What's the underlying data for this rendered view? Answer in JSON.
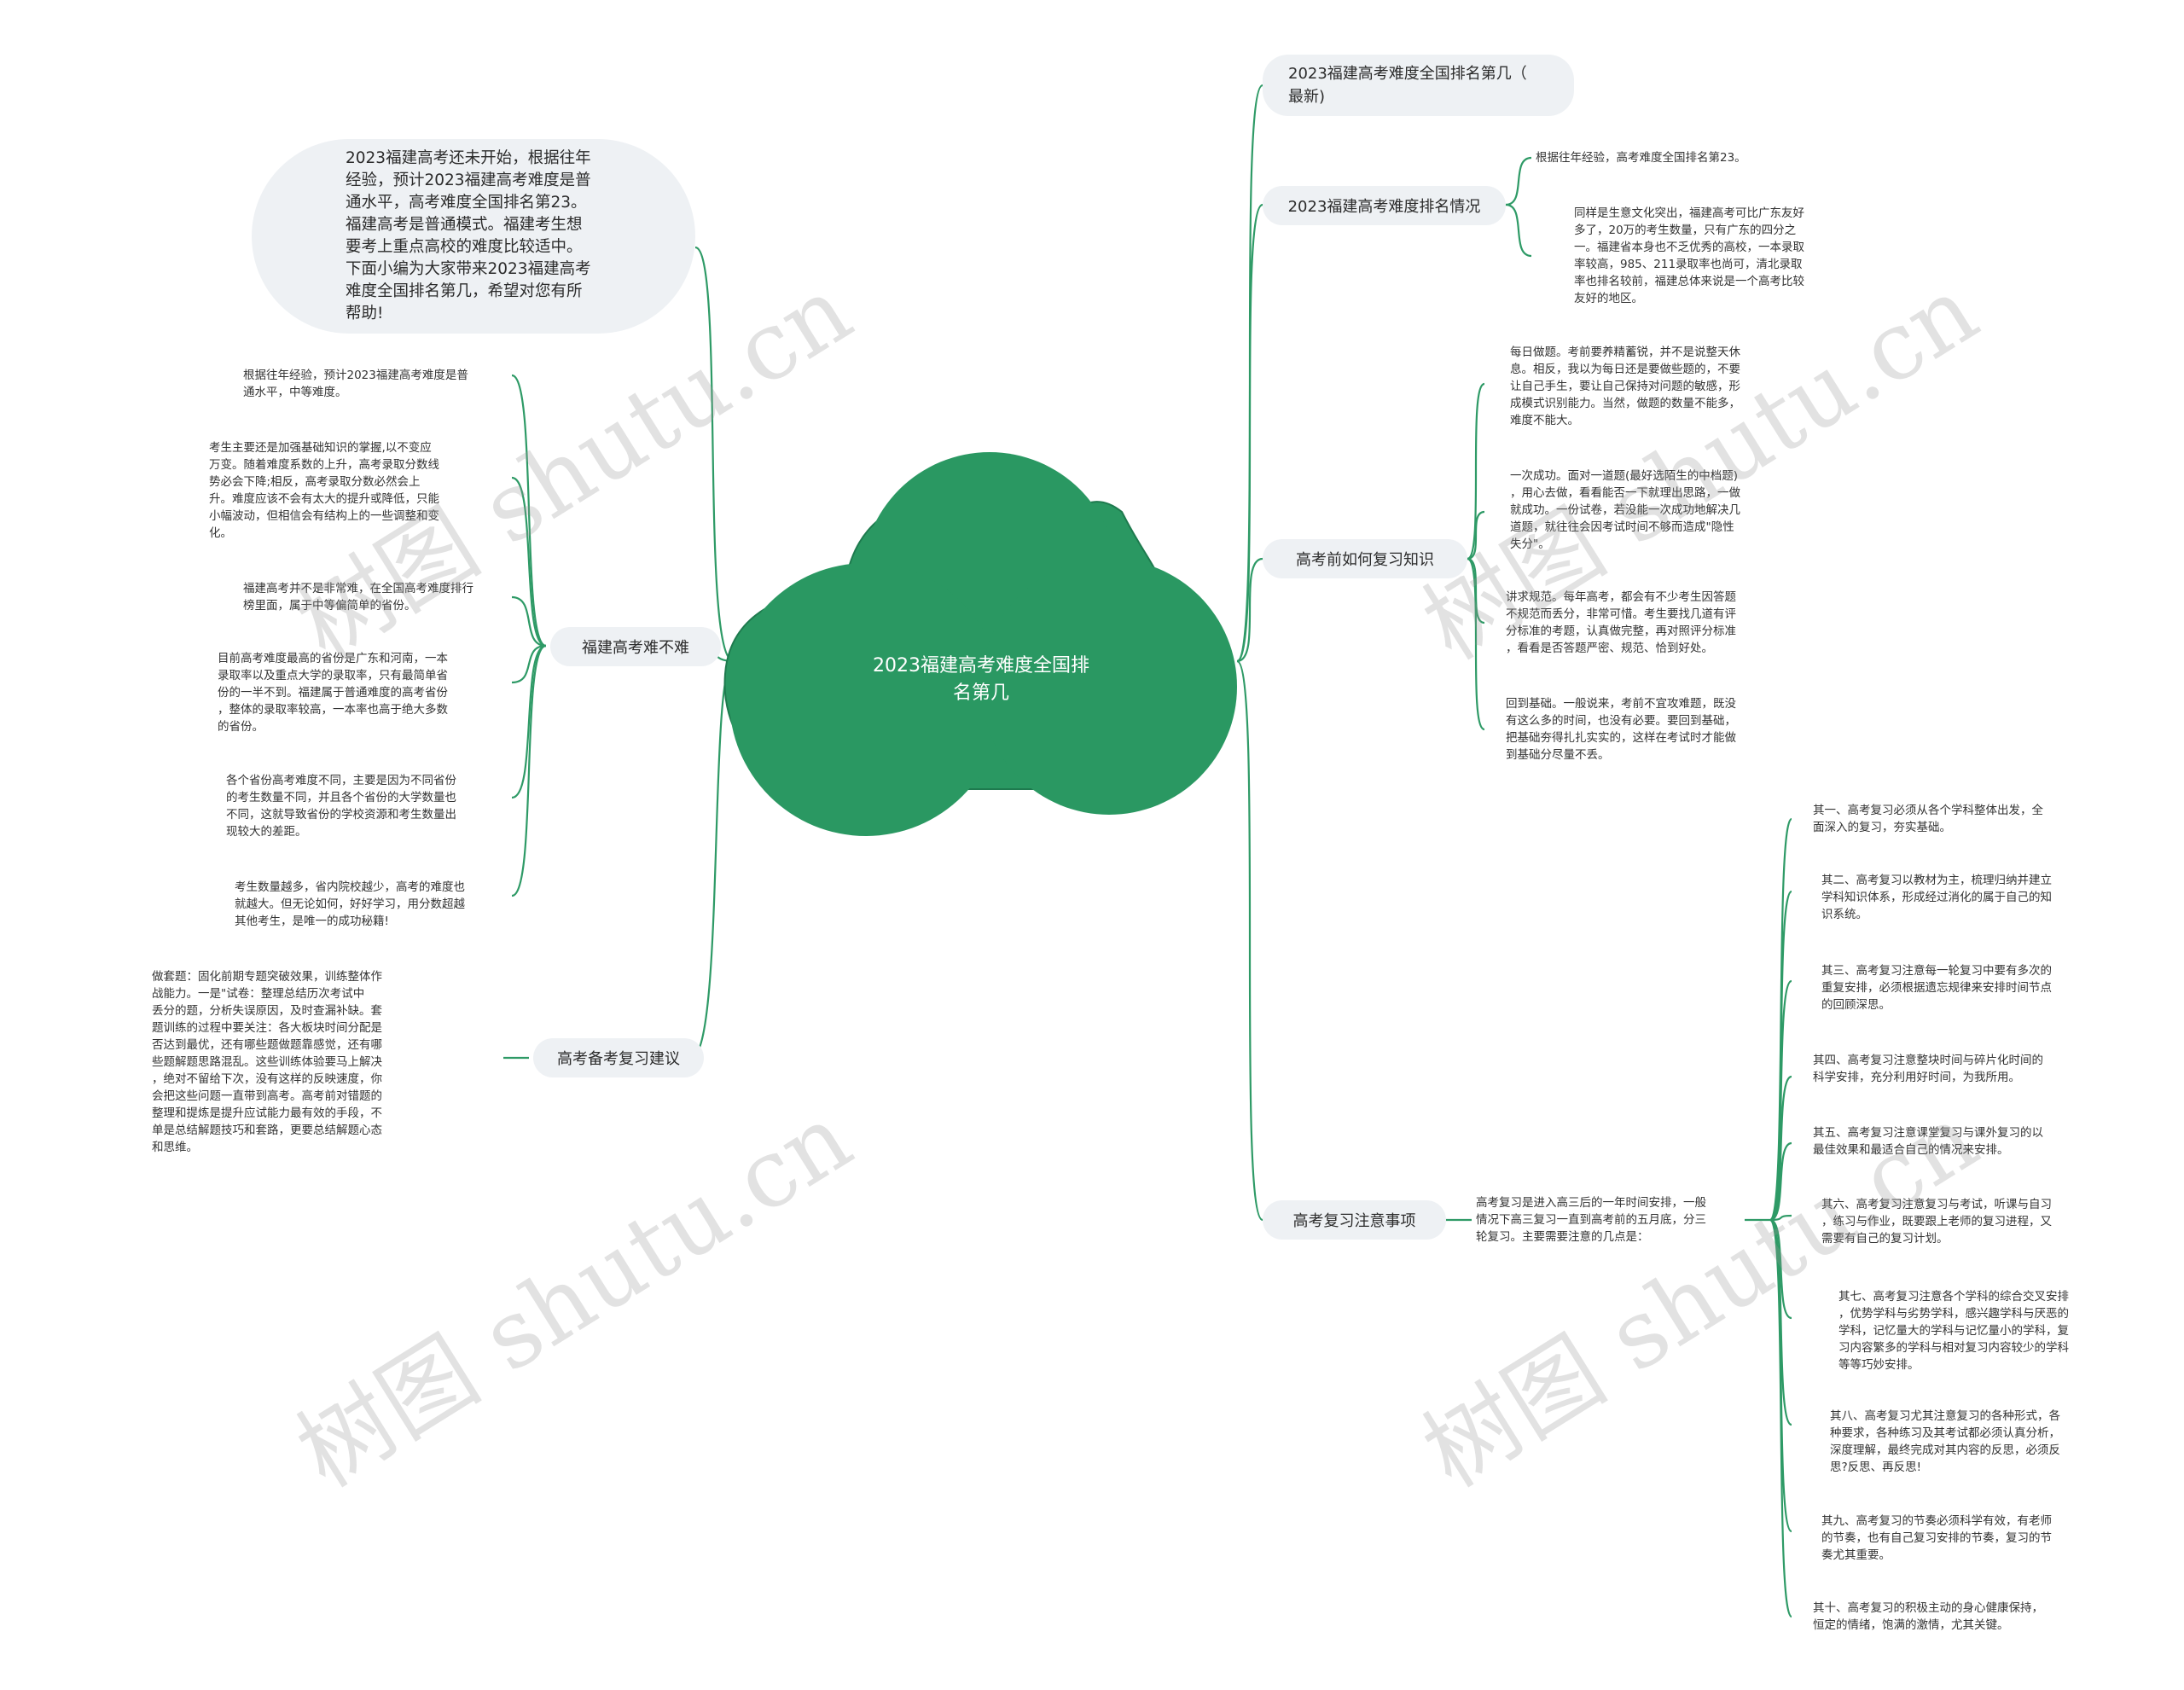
{
  "colors": {
    "branch": "#2e9a66",
    "cloud": "#2a9862",
    "node_bg": "#eef1f4",
    "leaf_text": "#333333"
  },
  "center": {
    "title": "2023福建高考难度全国排\n名第几"
  },
  "intro": {
    "text": "2023福建高考还未开始，根据往年\n经验，预计2023福建高考难度是普\n通水平，高考难度全国排名第23。\n福建高考是普通模式。福建考生想\n要考上重点高校的难度比较适中。\n下面小编为大家带来2023福建高考\n难度全国排名第几，希望对您有所\n帮助!"
  },
  "left": {
    "branch1": {
      "label": "福建高考难不难",
      "leaves": [
        "根据往年经验，预计2023福建高考难度是普\n通水平，中等难度。",
        "考生主要还是加强基础知识的掌握,以不变应\n万变。随着难度系数的上升，高考录取分数线\n势必会下降;相反，高考录取分数必然会上\n升。难度应该不会有太大的提升或降低，只能\n小幅波动，但相信会有结构上的一些调整和变\n化。",
        "福建高考并不是非常难，在全国高考难度排行\n榜里面，属于中等偏简单的省份。",
        "目前高考难度最高的省份是广东和河南，一本\n录取率以及重点大学的录取率，只有最简单省\n份的一半不到。福建属于普通难度的高考省份\n，整体的录取率较高，一本率也高于绝大多数\n的省份。",
        "各个省份高考难度不同，主要是因为不同省份\n的考生数量不同，并且各个省份的大学数量也\n不同，这就导致省份的学校资源和考生数量出\n现较大的差距。",
        "考生数量越多，省内院校越少，高考的难度也\n就越大。但无论如何，好好学习，用分数超越\n其他考生，是唯一的成功秘籍!"
      ]
    },
    "branch2": {
      "label": "高考备考复习建议",
      "leaves": [
        "做套题：固化前期专题突破效果，训练整体作\n战能力。一是\"试卷：整理总结历次考试中\n丢分的题，分析失误原因，及时查漏补缺。套\n题训练的过程中要关注：各大板块时间分配是\n否达到最优，还有哪些题做题靠感觉，还有哪\n些题解题思路混乱。这些训练体验要马上解决\n，绝对不留给下次，没有这样的反映速度，你\n会把这些问题一直带到高考。高考前对错题的\n整理和提炼是提升应试能力最有效的手段，不\n单是总结解题技巧和套路，更要总结解题心态\n和思维。"
      ]
    }
  },
  "right": {
    "branch1": {
      "label": "2023福建高考难度全国排名第几（\n最新)"
    },
    "branch2": {
      "label": "2023福建高考难度排名情况",
      "leaves": [
        "根据往年经验，高考难度全国排名第23。",
        "同样是生意文化突出，福建高考可比广东友好\n多了，20万的考生数量，只有广东的四分之\n一。福建省本身也不乏优秀的高校，一本录取\n率较高，985、211录取率也尚可，清北录取\n率也排名较前，福建总体来说是一个高考比较\n友好的地区。"
      ]
    },
    "branch3": {
      "label": "高考前如何复习知识",
      "leaves": [
        "每日做题。考前要养精蓄锐，并不是说整天休\n息。相反，我以为每日还是要做些题的，不要\n让自己手生，要让自己保持对问题的敏感，形\n成模式识别能力。当然，做题的数量不能多，\n难度不能大。",
        "一次成功。面对一道题(最好选陌生的中档题)\n，用心去做，看看能否一下就理出思路，一做\n就成功。一份试卷，若没能一次成功地解决几\n道题，就往往会因考试时间不够而造成\"隐性\n失分\"。",
        "讲求规范。每年高考，都会有不少考生因答题\n不规范而丢分，非常可惜。考生要找几道有评\n分标准的考题，认真做完整，再对照评分标准\n，看看是否答题严密、规范、恰到好处。",
        "回到基础。一般说来，考前不宜攻难题，既没\n有这么多的时间，也没有必要。要回到基础，\n把基础夯得扎扎实实的，这样在考试时才能做\n到基础分尽量不丢。"
      ]
    },
    "branch4": {
      "label": "高考复习注意事项",
      "sub": "高考复习是进入高三后的一年时间安排，一般\n情况下高三复习一直到高考前的五月底，分三\n轮复习。主要需要注意的几点是：",
      "leaves": [
        "其一、高考复习必须从各个学科整体出发，全\n面深入的复习，夯实基础。",
        "其二、高考复习以教材为主，梳理归纳并建立\n学科知识体系，形成经过消化的属于自己的知\n识系统。",
        "其三、高考复习注意每一轮复习中要有多次的\n重复安排，必须根据遗忘规律来安排时间节点\n的回顾深思。",
        "其四、高考复习注意整块时间与碎片化时间的\n科学安排，充分利用好时间，为我所用。",
        "其五、高考复习注意课堂复习与课外复习的以\n最佳效果和最适合自己的情况来安排。",
        "其六、高考复习注意复习与考试，听课与自习\n，练习与作业，既要跟上老师的复习进程，又\n需要有自己的复习计划。",
        "其七、高考复习注意各个学科的综合交叉安排\n，优势学科与劣势学科，感兴趣学科与厌恶的\n学科，记忆量大的学科与记忆量小的学科，复\n习内容繁多的学科与相对复习内容较少的学科\n等等巧妙安排。",
        "其八、高考复习尤其注意复习的各种形式，各\n种要求，各种练习及其考试都必须认真分析，\n深度理解，最终完成对其内容的反思，必须反\n思?反思、再反思!",
        "其九、高考复习的节奏必须科学有效，有老师\n的节奏，也有自己复习安排的节奏，复习的节\n奏尤其重要。",
        "其十、高考复习的积极主动的身心健康保持，\n恒定的情绪，饱满的激情，尤其关键。"
      ]
    }
  },
  "watermark": {
    "text": "树图 shutu.cn"
  }
}
